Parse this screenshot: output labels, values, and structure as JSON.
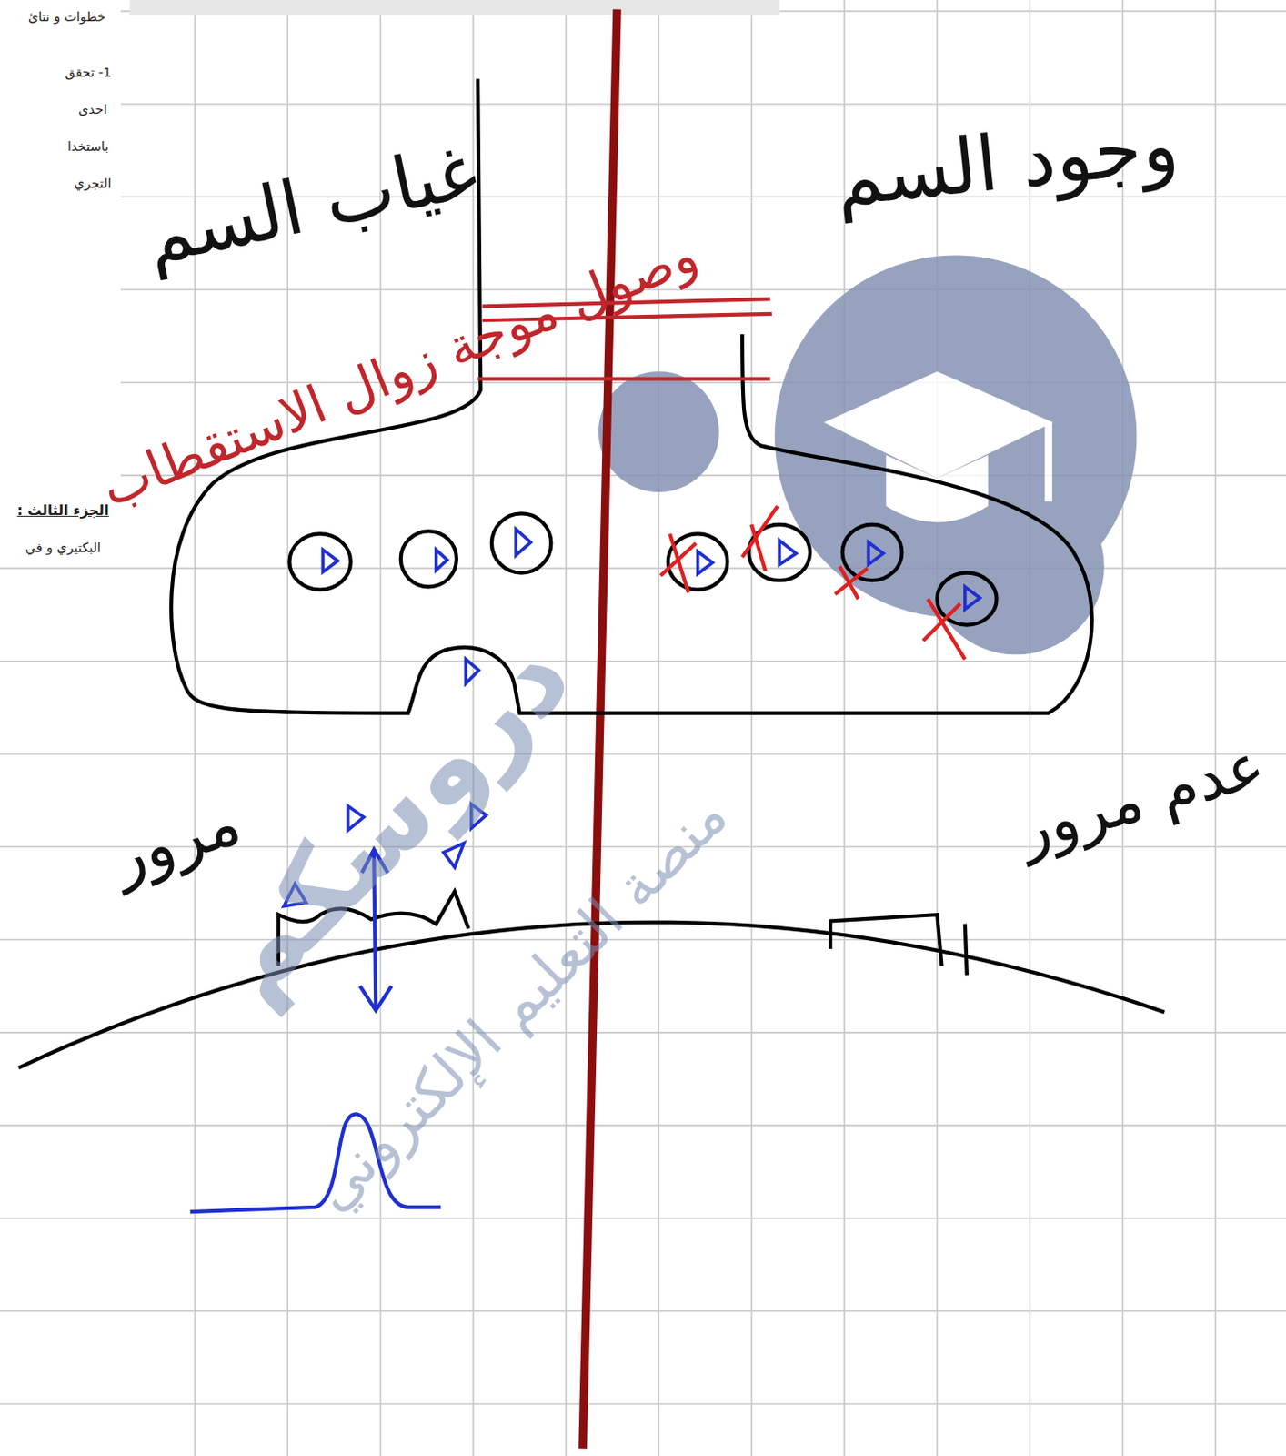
{
  "diagram": {
    "labels": [
      "خطوات و نتائ",
      "1- تحقق",
      "احدى",
      "باستخدا",
      "التجري",
      "وجود السم",
      "غياب السم",
      "وصول موجة زوال الاستقطاب",
      "الجزء الثالث :",
      "البكتيري و في",
      "مرور",
      "عدم مرور",
      "دروسكم",
      "منصة التعليم الإلكتروني"
    ]
  }
}
